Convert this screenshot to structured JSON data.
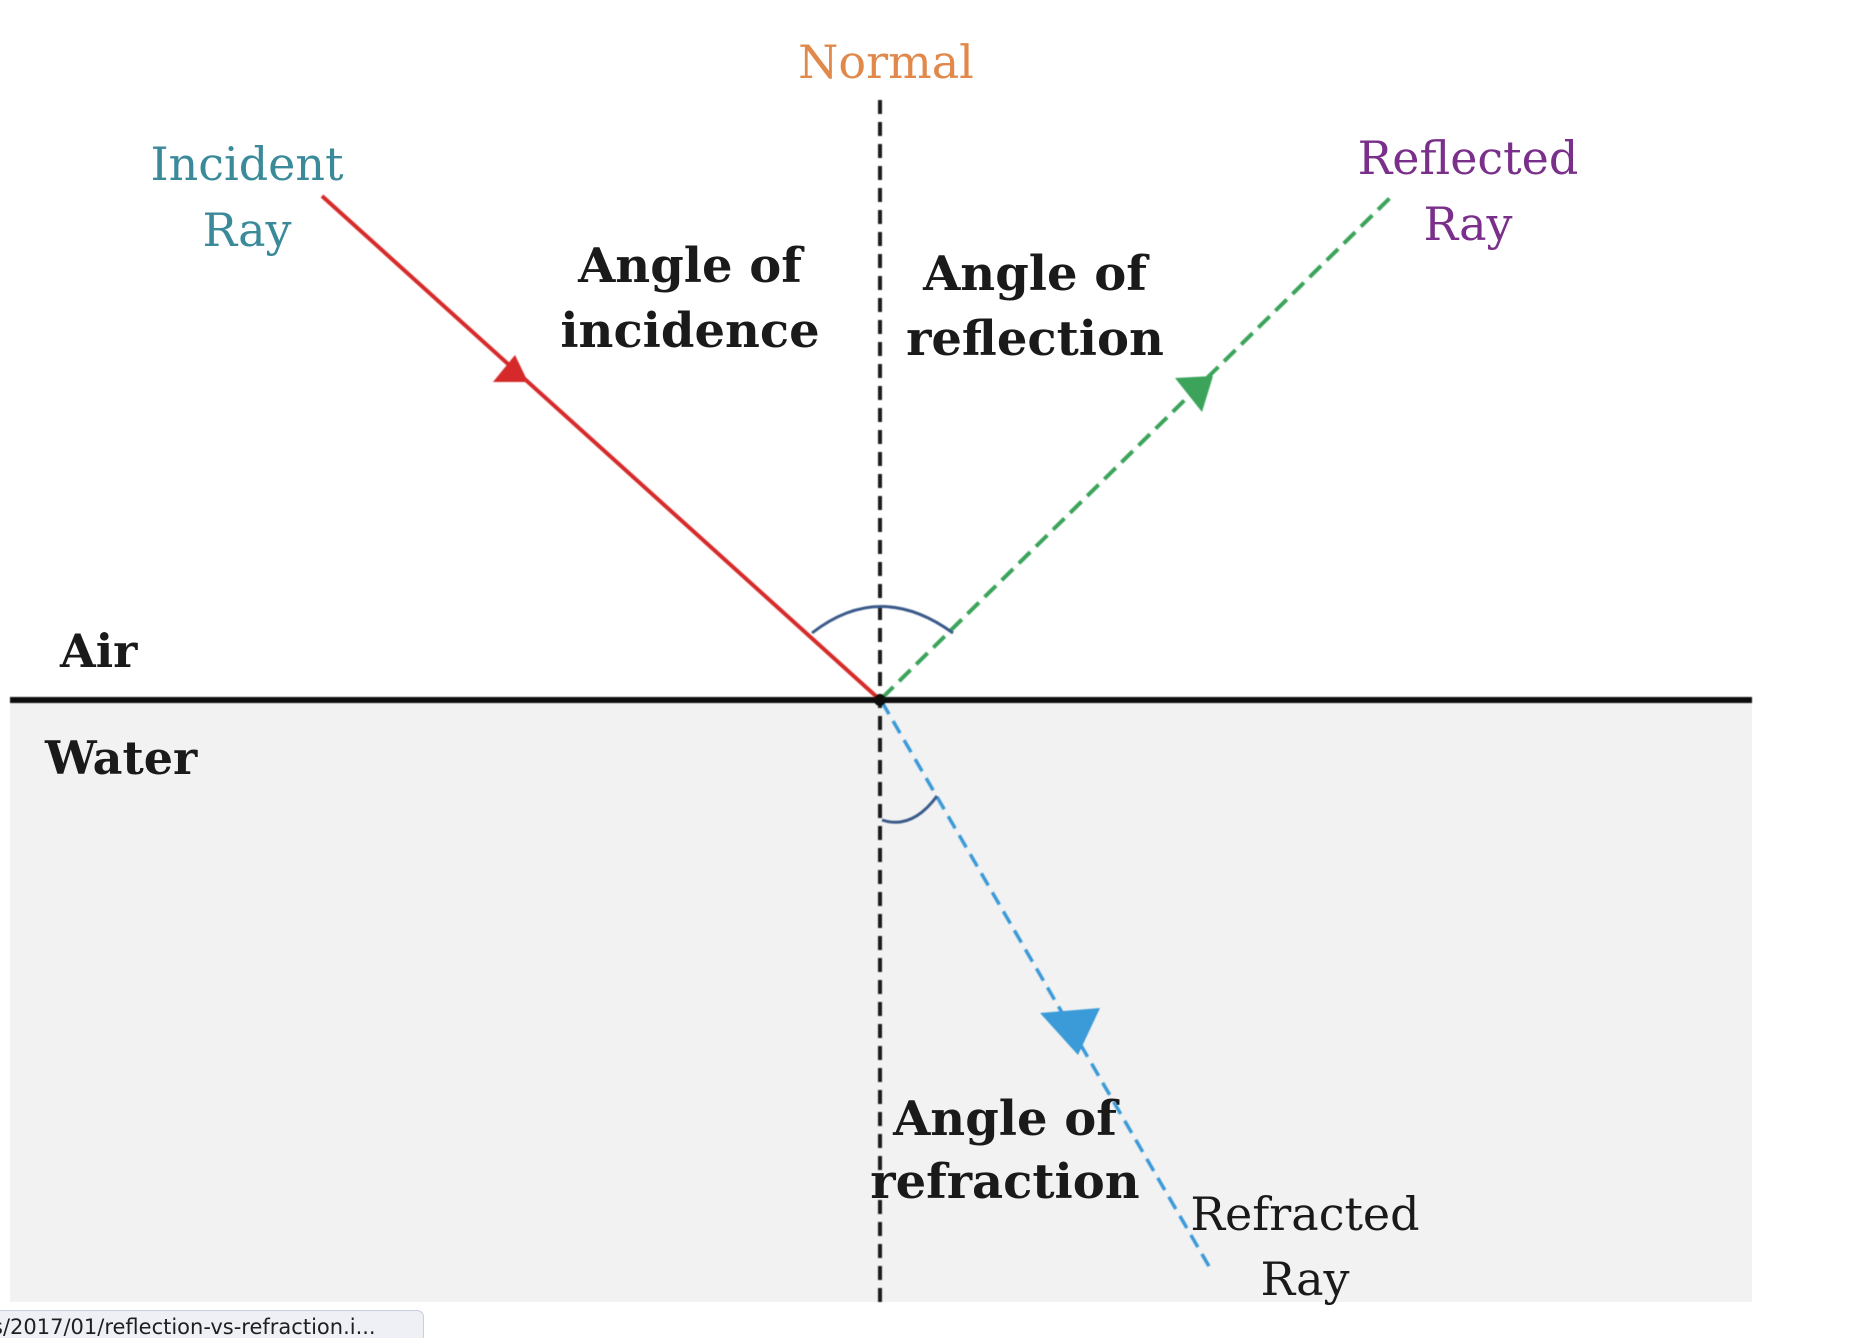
{
  "labels": {
    "normal": "Normal",
    "incident_line1": "Incident",
    "incident_line2": "Ray",
    "reflected_line1": "Reflected",
    "reflected_line2": "Ray",
    "angle_incidence_line1": "Angle of",
    "angle_incidence_line2": "incidence",
    "angle_reflection_line1": "Angle of",
    "angle_reflection_line2": "reflection",
    "air": "Air",
    "water": "Water",
    "angle_refraction_line1": "Angle of",
    "angle_refraction_line2": "refraction",
    "refracted_line1": "Refracted",
    "refracted_line2": "Ray"
  },
  "colors": {
    "normal_label": "#e0894a",
    "incident_label": "#3a8a9a",
    "reflected_label": "#7a2f8a",
    "incident_ray": "#d62a2a",
    "reflected_ray": "#3aa35a",
    "refracted_ray": "#3a9ad8",
    "angle_arc": "#3a5a8a",
    "water_fill": "#f2f2f2",
    "text": "#1a1a1a"
  },
  "status_bar": {
    "url": "s/2017/01/reflection-vs-refraction.i..."
  }
}
